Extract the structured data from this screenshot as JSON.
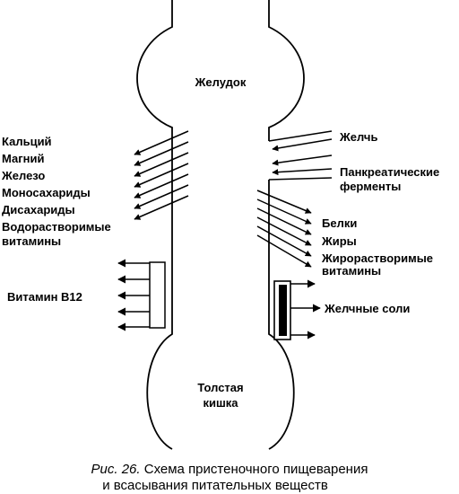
{
  "organs": {
    "stomach": "Желудок",
    "colon_line1": "Толстая",
    "colon_line2": "кишка"
  },
  "left_labels": [
    "Кальций",
    "Магний",
    "Железо",
    "Моносахариды",
    "Дисахариды",
    "Водорастворимые",
    "витамины"
  ],
  "vitamin_b12": "Витамин B12",
  "right_inputs": {
    "bile": "Желчь",
    "pancreatic_line1": "Панкреатические",
    "pancreatic_line2": "ферменты"
  },
  "right_outputs": [
    "Белки",
    "Жиры",
    "Жирорастворимые",
    "витамины"
  ],
  "bile_salts": "Желчные соли",
  "caption": {
    "prefix": "Рис. 26.",
    "line1": "Схема пристеночного пищеварения",
    "line2": "и всасывания питательных веществ"
  }
}
